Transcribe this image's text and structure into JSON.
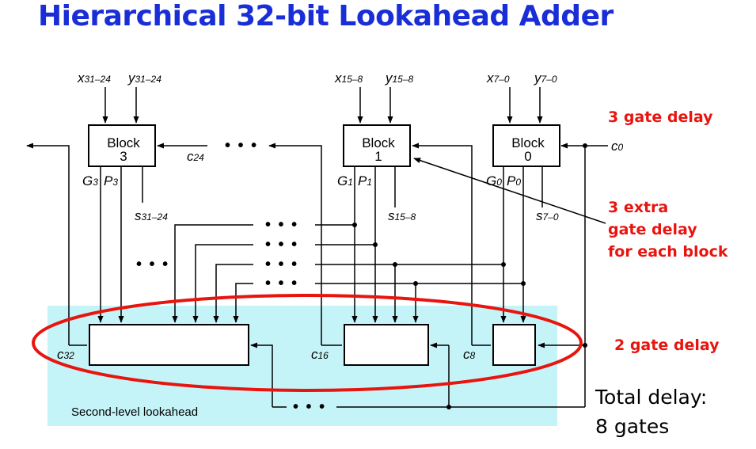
{
  "title": "Hierarchical 32-bit Lookahead Adder",
  "blocks": [
    {
      "label": "Block",
      "index": "3"
    },
    {
      "label": "Block",
      "index": "1"
    },
    {
      "label": "Block",
      "index": "0"
    }
  ],
  "inputs": {
    "x_31_24": {
      "base": "x",
      "sub": "31–24"
    },
    "y_31_24": {
      "base": "y",
      "sub": "31–24"
    },
    "x_15_8": {
      "base": "x",
      "sub": "15–8"
    },
    "y_15_8": {
      "base": "y",
      "sub": "15–8"
    },
    "x_7_0": {
      "base": "x",
      "sub": "7–0"
    },
    "y_7_0": {
      "base": "y",
      "sub": "7–0"
    }
  },
  "signals": {
    "c0": {
      "base": "c",
      "sub": "0"
    },
    "c24": {
      "base": "c",
      "sub": "24"
    },
    "c32": {
      "base": "c",
      "sub": "32"
    },
    "c16": {
      "base": "c",
      "sub": "16"
    },
    "c8": {
      "base": "c",
      "sub": "8"
    },
    "G3": {
      "base": "G",
      "sub": "3"
    },
    "P3": {
      "base": "P",
      "sub": "3"
    },
    "G1": {
      "base": "G",
      "sub": "1"
    },
    "P1": {
      "base": "P",
      "sub": "1"
    },
    "G0": {
      "base": "G",
      "sub": "0"
    },
    "P0": {
      "base": "P",
      "sub": "0"
    },
    "s_31_24": {
      "base": "s",
      "sub": "31–24"
    },
    "s_15_8": {
      "base": "s",
      "sub": "15–8"
    },
    "s_7_0": {
      "base": "s",
      "sub": "7–0"
    }
  },
  "ellipsis": "• • •",
  "annotations": {
    "three_gate": "3 gate delay",
    "extra_line1": "3 extra",
    "extra_line2": "gate delay",
    "extra_line3": "for each block",
    "two_gate": "2 gate delay",
    "total_line1": "Total delay:",
    "total_line2": "8 gates"
  },
  "second_level_caption": "Second-level lookahead",
  "colors": {
    "title": "#1a2ed8",
    "annotation": "#e8140e",
    "second_level_bg": "#c5f4f8",
    "ellipse": "#e8140e"
  }
}
